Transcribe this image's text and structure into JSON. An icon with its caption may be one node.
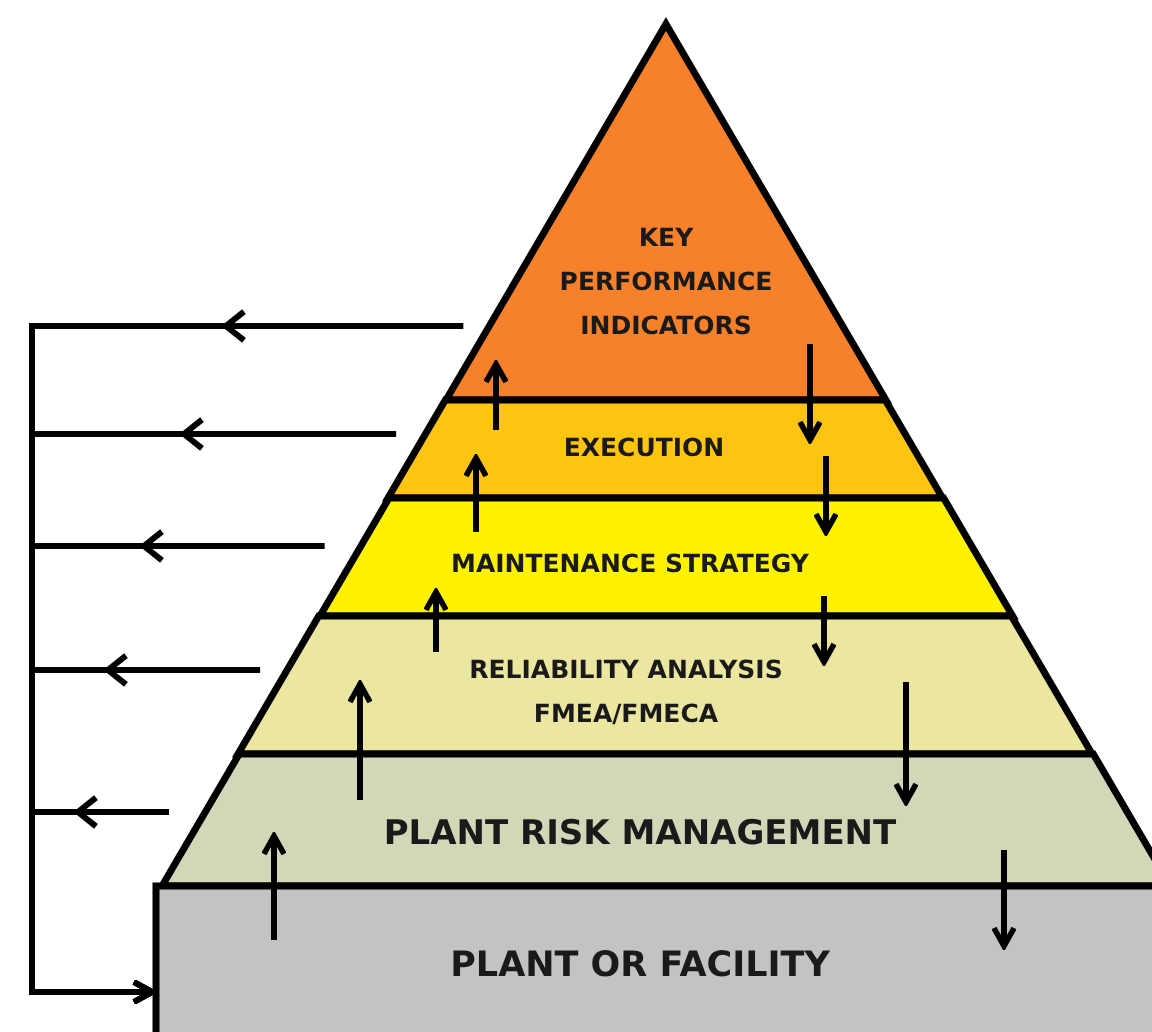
{
  "diagram": {
    "nodes": [
      {
        "text": [
          "KEY PERFORMANCE INDICATORS"
        ]
      },
      {
        "text": [
          "EXECUTION"
        ]
      },
      {
        "text": [
          "MAINTENANCE STRATEGY"
        ]
      },
      {
        "text": [
          "RELIABILITY ANALYSIS FMEA/FMECA"
        ]
      },
      {
        "text": [
          "PLANT RISK MANAGEMENT"
        ]
      },
      {
        "text": [
          "PLANT OR FACILITY"
        ]
      }
    ],
    "edges": [
      {
        "from": 0,
        "to": 5,
        "arrow": "to"
      },
      {
        "from": 1,
        "to": 5,
        "arrow": "to"
      },
      {
        "from": 2,
        "to": 5,
        "arrow": "to"
      },
      {
        "from": 3,
        "to": 5,
        "arrow": "to"
      },
      {
        "from": 4,
        "to": 5,
        "arrow": "to"
      },
      {
        "from": 5,
        "to": 4,
        "arrow": "to"
      },
      {
        "from": 4,
        "to": 3,
        "arrow": "to"
      },
      {
        "from": 3,
        "to": 2,
        "arrow": "to"
      },
      {
        "from": 2,
        "to": 1,
        "arrow": "to"
      },
      {
        "from": 1,
        "to": 0,
        "arrow": "to"
      },
      {
        "from": 0,
        "to": 1,
        "arrow": "to"
      },
      {
        "from": 1,
        "to": 2,
        "arrow": "to"
      },
      {
        "from": 2,
        "to": 3,
        "arrow": "to"
      },
      {
        "from": 3,
        "to": 4,
        "arrow": "to"
      },
      {
        "from": 4,
        "to": 5,
        "arrow": "to"
      }
    ]
  }
}
